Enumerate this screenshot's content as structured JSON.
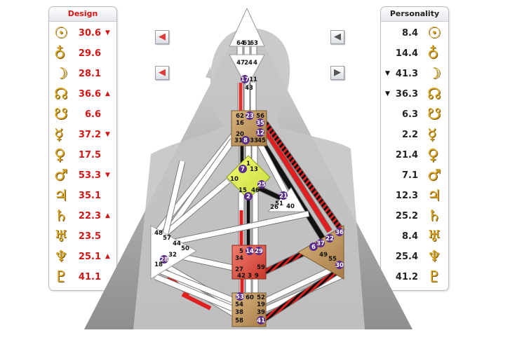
{
  "design": {
    "title": "Design",
    "rows": [
      {
        "planet": "sun-icon",
        "glyph": "☉",
        "value": "30.6",
        "mark": "▼"
      },
      {
        "planet": "earth-icon",
        "glyph": "♁",
        "value": "29.6",
        "mark": ""
      },
      {
        "planet": "moon-icon",
        "glyph": "☽",
        "value": "28.1",
        "mark": ""
      },
      {
        "planet": "north-node-icon",
        "glyph": "☊",
        "value": "36.6",
        "mark": "▲"
      },
      {
        "planet": "south-node-icon",
        "glyph": "☋",
        "value": "6.6",
        "mark": ""
      },
      {
        "planet": "mercury-icon",
        "glyph": "☿",
        "value": "37.2",
        "mark": "▼"
      },
      {
        "planet": "venus-icon",
        "glyph": "♀",
        "value": "17.5",
        "mark": ""
      },
      {
        "planet": "mars-icon",
        "glyph": "♂",
        "value": "53.3",
        "mark": "▼"
      },
      {
        "planet": "jupiter-icon",
        "glyph": "♃",
        "value": "35.1",
        "mark": ""
      },
      {
        "planet": "saturn-icon",
        "glyph": "♄",
        "value": "22.3",
        "mark": "▲"
      },
      {
        "planet": "uranus-icon",
        "glyph": "♅",
        "value": "23.5",
        "mark": ""
      },
      {
        "planet": "neptune-icon",
        "glyph": "♆",
        "value": "25.1",
        "mark": "▲"
      },
      {
        "planet": "pluto-icon",
        "glyph": "♇",
        "value": "41.1",
        "mark": ""
      }
    ]
  },
  "personality": {
    "title": "Personality",
    "rows": [
      {
        "planet": "sun-icon",
        "glyph": "☉",
        "value": "8.4",
        "mark": ""
      },
      {
        "planet": "earth-icon",
        "glyph": "♁",
        "value": "14.4",
        "mark": ""
      },
      {
        "planet": "moon-icon",
        "glyph": "☽",
        "value": "41.3",
        "mark": "▼"
      },
      {
        "planet": "north-node-icon",
        "glyph": "☊",
        "value": "36.3",
        "mark": "▼"
      },
      {
        "planet": "south-node-icon",
        "glyph": "☋",
        "value": "6.3",
        "mark": ""
      },
      {
        "planet": "mercury-icon",
        "glyph": "☿",
        "value": "2.2",
        "mark": ""
      },
      {
        "planet": "venus-icon",
        "glyph": "♀",
        "value": "21.4",
        "mark": ""
      },
      {
        "planet": "mars-icon",
        "glyph": "♂",
        "value": "7.1",
        "mark": ""
      },
      {
        "planet": "jupiter-icon",
        "glyph": "♃",
        "value": "12.3",
        "mark": ""
      },
      {
        "planet": "saturn-icon",
        "glyph": "♄",
        "value": "25.2",
        "mark": ""
      },
      {
        "planet": "uranus-icon",
        "glyph": "♅",
        "value": "8.4",
        "mark": ""
      },
      {
        "planet": "neptune-icon",
        "glyph": "♆",
        "value": "25.4",
        "mark": ""
      },
      {
        "planet": "pluto-icon",
        "glyph": "♇",
        "value": "41.2",
        "mark": ""
      }
    ]
  },
  "nav_buttons": [
    {
      "name": "design-prev-button",
      "icon": "arrow-left-red-icon",
      "glyph": "◀",
      "color": "#e03a3a"
    },
    {
      "name": "design-next-button",
      "icon": "arrow-left-red-icon",
      "glyph": "◀",
      "color": "#e03a3a"
    },
    {
      "name": "personality-prev-button",
      "icon": "arrow-left-gray-icon",
      "glyph": "◀",
      "color": "#555555"
    },
    {
      "name": "personality-next-button",
      "icon": "arrow-right-gray-icon",
      "glyph": "▶",
      "color": "#555555"
    }
  ],
  "colors": {
    "design_red": "#d41515",
    "personality_black": "#111111",
    "defined_tan": "#c8a06a",
    "defined_red": "#dd5a4a",
    "defined_yellow": "#e6f25a",
    "highlight_purple": "#5b2d8a"
  },
  "centers": {
    "head": [
      "64",
      "61",
      "63"
    ],
    "ajna": [
      "47",
      "24",
      "4"
    ],
    "throat": [
      "62",
      "23",
      "56",
      "16",
      "35",
      "20",
      "12",
      "31",
      "8",
      "33",
      "45"
    ],
    "g": [
      "1",
      "7",
      "13",
      "10",
      "25",
      "15",
      "46",
      "2"
    ],
    "heart": [
      "21",
      "51",
      "26",
      "40"
    ],
    "spleen": [
      "48",
      "57",
      "44",
      "50",
      "32",
      "28",
      "18"
    ],
    "sacral": [
      "5",
      "14",
      "29",
      "34",
      "27",
      "59",
      "42",
      "3",
      "9"
    ],
    "solar_plexus": [
      "36",
      "22",
      "6",
      "37",
      "49",
      "55",
      "30"
    ],
    "root": [
      "53",
      "60",
      "52",
      "54",
      "19",
      "38",
      "39",
      "58",
      "41"
    ],
    "throat_extra": [
      "17",
      "11",
      "43"
    ],
    "highlighted_gates": [
      "17",
      "23",
      "35",
      "12",
      "8",
      "7",
      "2",
      "25",
      "21",
      "28",
      "14",
      "29",
      "36",
      "22",
      "6",
      "37",
      "30",
      "53",
      "41"
    ]
  }
}
